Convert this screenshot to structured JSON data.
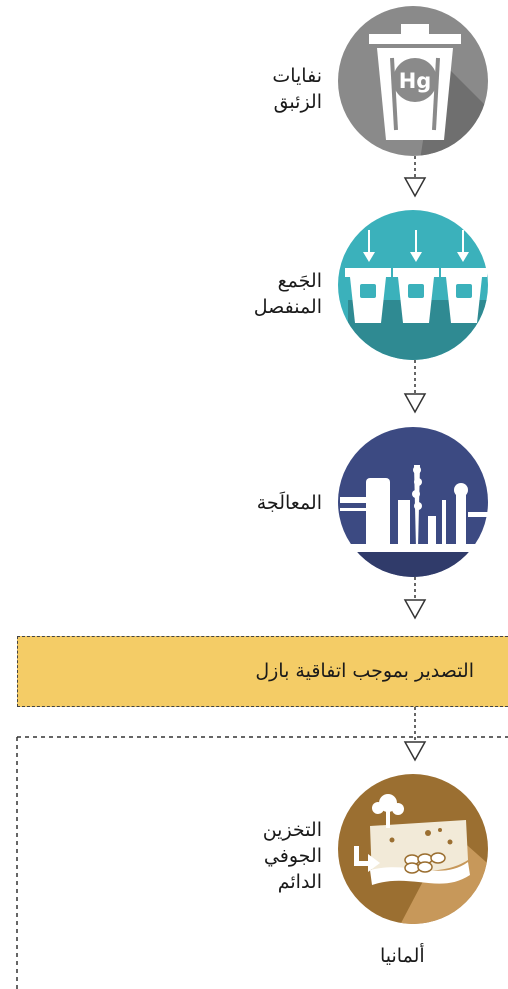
{
  "steps": [
    {
      "id": "mercury-waste",
      "lines": [
        "نفايات",
        "الزئبق"
      ],
      "icon_text": "Hg",
      "color": "#8a8a8a"
    },
    {
      "id": "separate-collection",
      "lines": [
        "الجَمع",
        "المنفصل"
      ],
      "color": "#3bb1bb"
    },
    {
      "id": "treatment",
      "lines": [
        "المعالَجة"
      ],
      "color": "#3c4a82"
    },
    {
      "id": "underground-storage",
      "lines": [
        "التخزين",
        "الجوفي",
        "الدائم"
      ],
      "color": "#9b6f31"
    }
  ],
  "export_banner": {
    "text": "التصدير بموجب اتفاقية بازل",
    "color": "#f4cc66"
  },
  "region_label": "ألمانيا"
}
